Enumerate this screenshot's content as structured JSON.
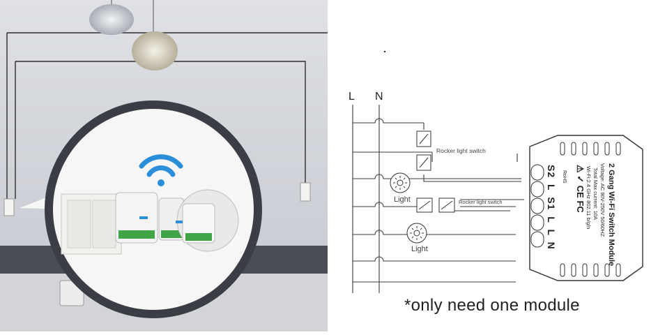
{
  "diagram": {
    "terminal_L": "L",
    "terminal_N": "N",
    "rocker_label_1": "Rocker light switch",
    "rocker_label_2": "Rocker light switch",
    "light_label_1": "Light",
    "light_label_2": "Light",
    "module": {
      "title": "2 Gang Wi-Fi Switch Module",
      "voltage": "Voltage: AC 90V-250V  50/60HZ",
      "current": "Total Max current: 10A",
      "wifi": "Wi-Fi:2.4 GHz   802.11 b/g/n",
      "terminals": [
        "S2",
        "L",
        "S1",
        "L",
        "L",
        "N"
      ],
      "rohs": "RoHS"
    },
    "note": "*only need one module"
  },
  "colors": {
    "wire": "#3a3a3a",
    "wall": "#c9ccd3",
    "wifi_icon": "#2a8fd8",
    "floor": "#4a4c55"
  }
}
